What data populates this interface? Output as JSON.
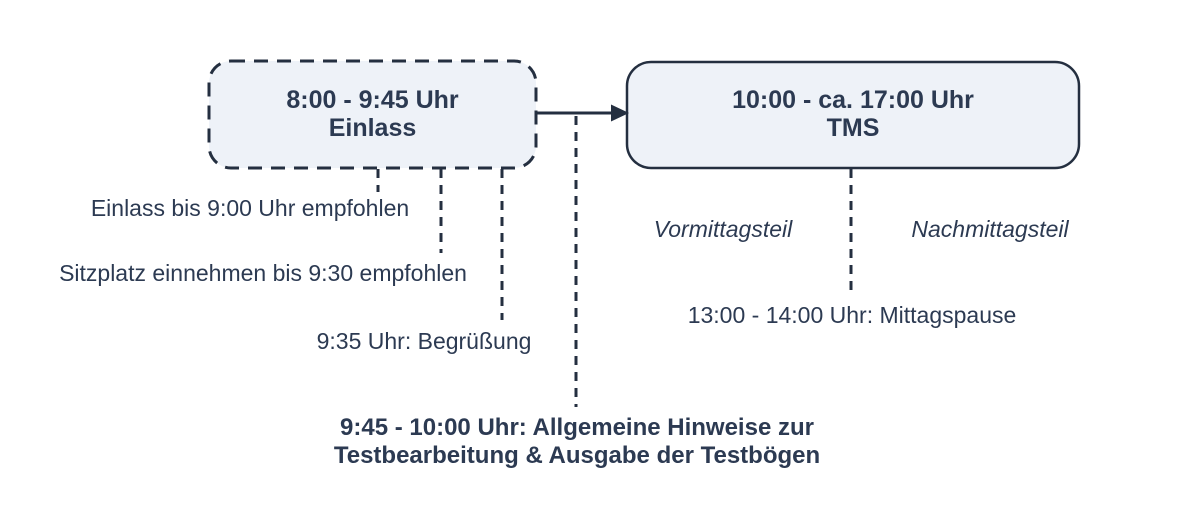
{
  "colors": {
    "background": "#ffffff",
    "box_fill": "#eef2f8",
    "line": "#242f40",
    "ink": "#2c3a52"
  },
  "boxes": {
    "einlass": {
      "time": "8:00 - 9:45 Uhr",
      "label": "Einlass"
    },
    "tms": {
      "time": "10:00 - ca. 17:00 Uhr",
      "label": "TMS"
    }
  },
  "notes": {
    "einlass_empfehlung": "Einlass bis 9:00 Uhr empfohlen",
    "sitzplatz_empfehlung": "Sitzplatz einnehmen bis 9:30 empfohlen",
    "begruessung": "9:35 Uhr: Begrüßung",
    "hinweise_line1": "9:45 - 10:00 Uhr: Allgemeine Hinweise zur",
    "hinweise_line2": "Testbearbeitung & Ausgabe der Testbögen",
    "vormittagsteil": "Vormittagsteil",
    "nachmittagsteil": "Nachmittagsteil",
    "mittagspause": "13:00 - 14:00 Uhr: Mittagspause"
  }
}
